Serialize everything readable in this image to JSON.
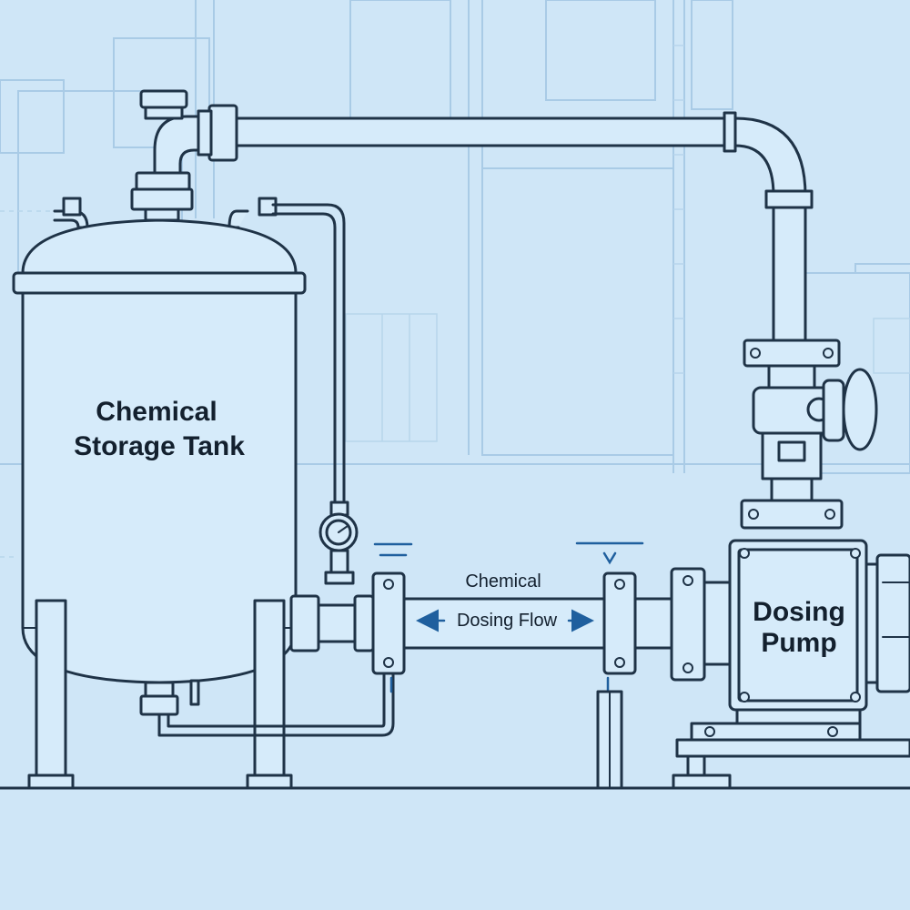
{
  "labels": {
    "tank_line1": "Chemical",
    "tank_line2": "Storage Tank",
    "flow_line1": "Chemical",
    "flow_line2": "Dosing Flow",
    "pump_line1": "Dosing",
    "pump_line2": "Pump"
  },
  "colors": {
    "background": "#cfe6f7",
    "line": "#1f3347",
    "flow_arrow": "#1f5f9e"
  },
  "icons": {
    "flow_direction": "double-arrow-icon",
    "pressure_gauge": "gauge-icon",
    "valve_handle": "valve-handle-icon"
  }
}
